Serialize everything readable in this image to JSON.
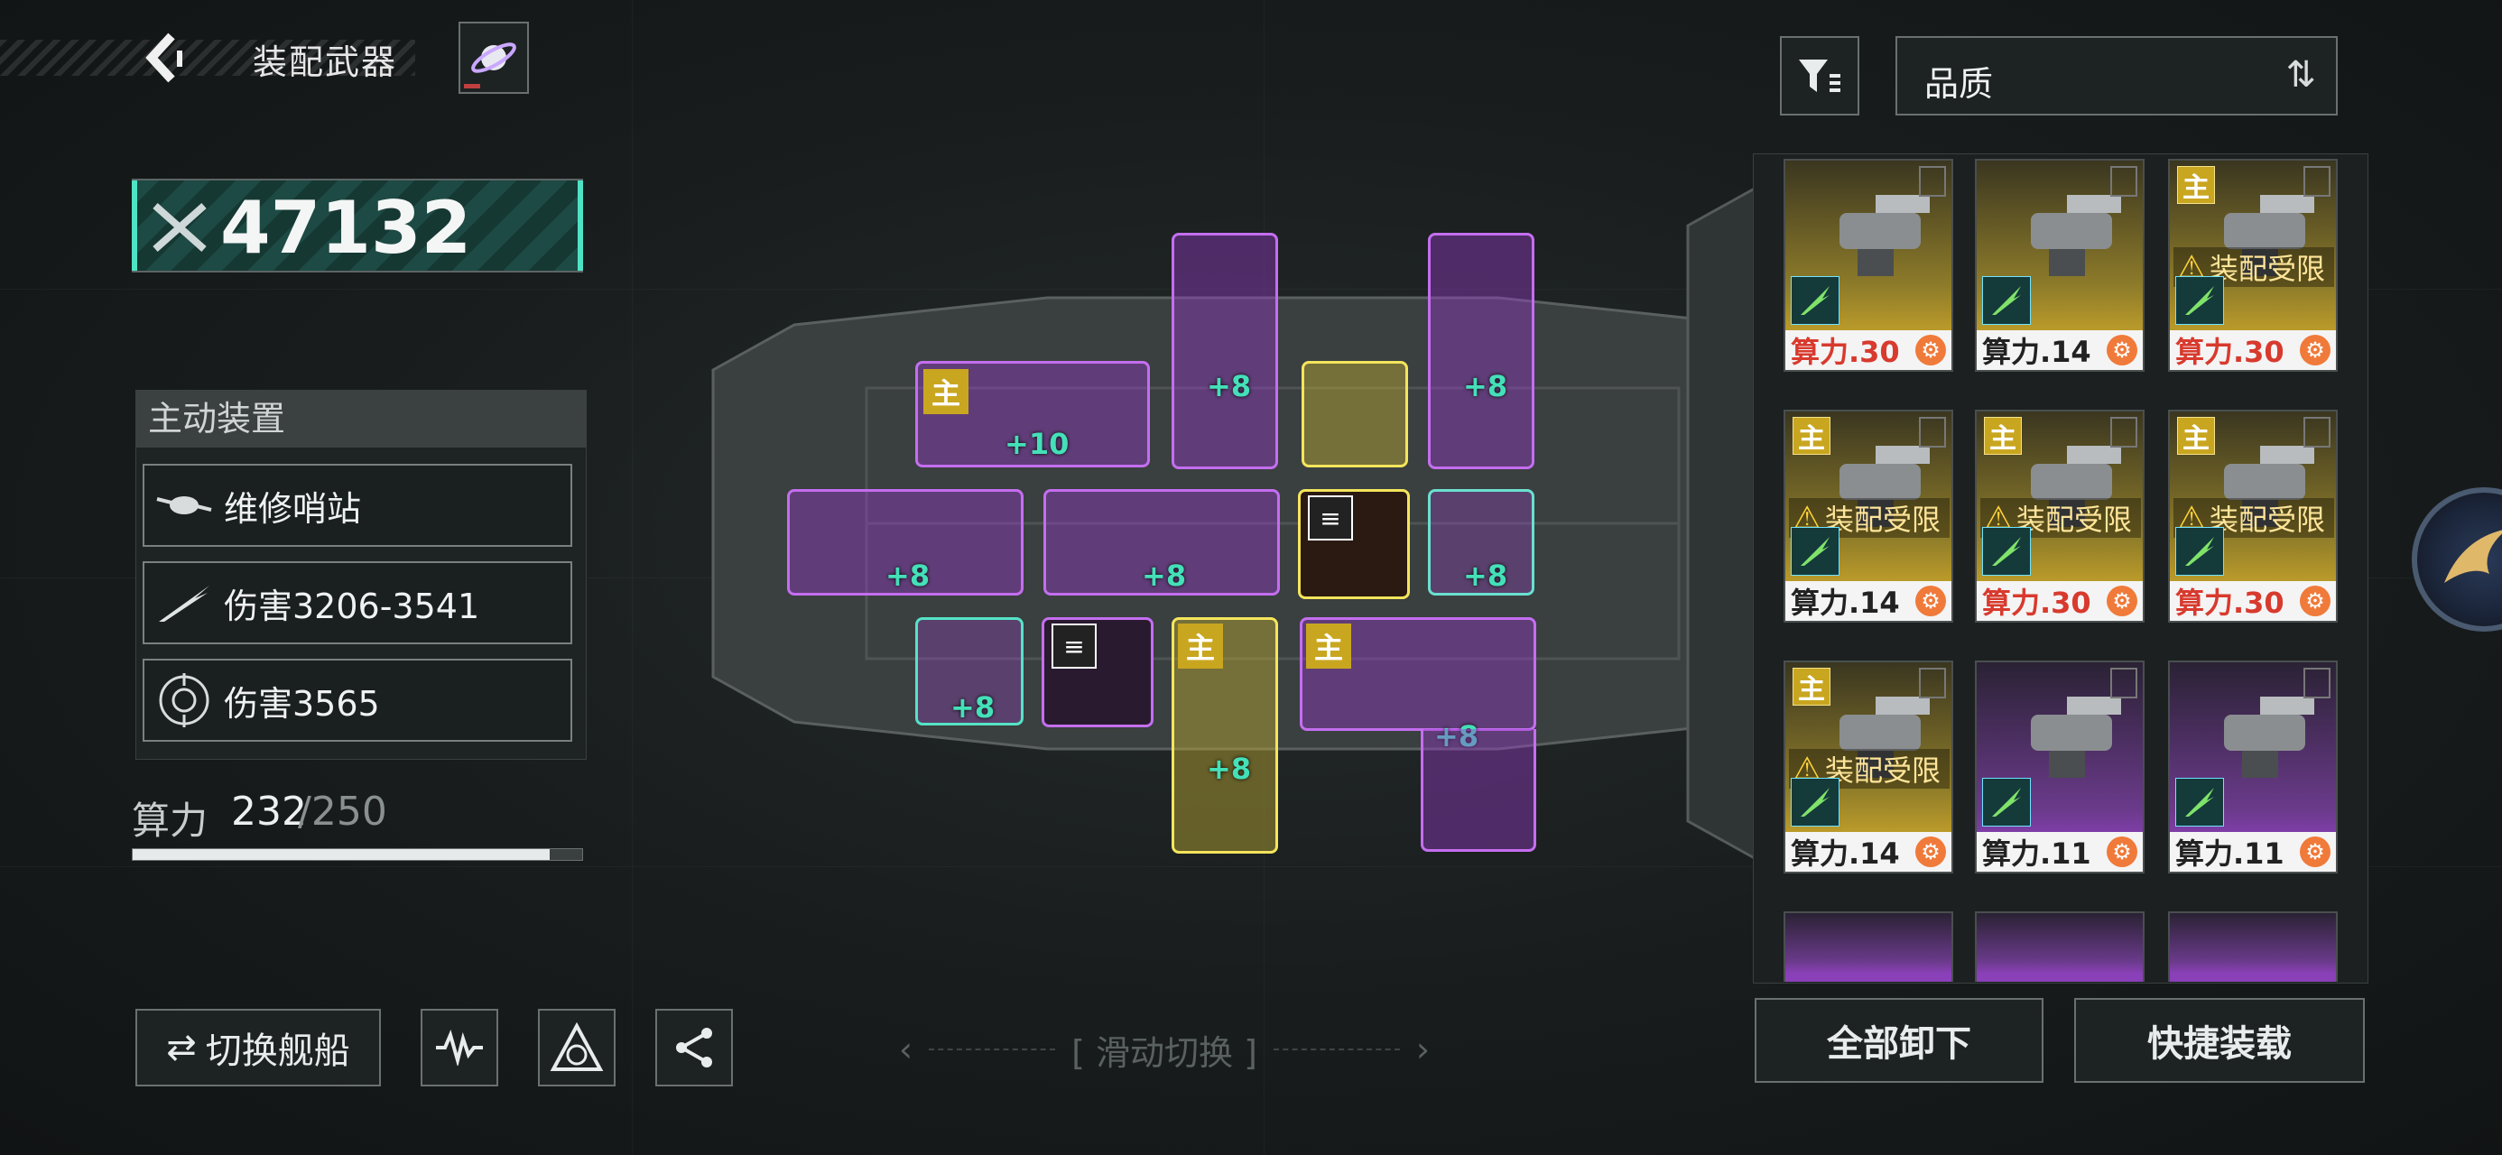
{
  "header": {
    "title": "装配武器",
    "back_icon": "chevron-left-icon",
    "planet_icon": "planet-icon"
  },
  "power": {
    "value": "47132",
    "icon": "crossed-swords-icon"
  },
  "active_devices": {
    "heading": "主动装置",
    "items": [
      {
        "label": "维修哨站",
        "icon": "drone-icon"
      },
      {
        "label": "伤害3206-3541",
        "icon": "slash-icon"
      },
      {
        "label": "伤害3565",
        "icon": "target-icon"
      }
    ]
  },
  "compute": {
    "label": "算力",
    "current": "232",
    "max": "/250",
    "fill_fraction": 0.928
  },
  "bottom_bar": {
    "switch_label": "切换舰船",
    "swipe_label": "[ 滑动切换 ]",
    "icons": [
      "waveform-icon",
      "triangle-emblem-icon",
      "share-icon"
    ]
  },
  "slots": [
    {
      "id": "slot-a",
      "level": "+10",
      "main": "主"
    },
    {
      "id": "slot-b",
      "level": "+8"
    },
    {
      "id": "slot-c",
      "level": ""
    },
    {
      "id": "slot-d",
      "level": "+8"
    },
    {
      "id": "slot-e",
      "level": "+8"
    },
    {
      "id": "slot-f",
      "level": "+8"
    },
    {
      "id": "slot-g",
      "level": "",
      "tag": "≡"
    },
    {
      "id": "slot-h",
      "level": "+8"
    },
    {
      "id": "slot-i",
      "level": "+8"
    },
    {
      "id": "slot-j",
      "level": "",
      "tag": "≡"
    },
    {
      "id": "slot-k",
      "level": "+8",
      "main": "主"
    },
    {
      "id": "slot-l",
      "level": "+8",
      "main": "主"
    }
  ],
  "sort": {
    "label": "品质",
    "filter_icon": "filter-icon",
    "sort_icon": "sort-arrows-icon"
  },
  "inventory": [
    {
      "cost": "算力.30",
      "red": true,
      "main": "",
      "limit": "",
      "rarity": "gold"
    },
    {
      "cost": "算力.14",
      "red": false,
      "main": "",
      "limit": "",
      "rarity": "gold"
    },
    {
      "cost": "算力.30",
      "red": true,
      "main": "主",
      "limit": "装配受限",
      "rarity": "gold"
    },
    {
      "cost": "算力.14",
      "red": false,
      "main": "主",
      "limit": "装配受限",
      "rarity": "gold"
    },
    {
      "cost": "算力.30",
      "red": true,
      "main": "主",
      "limit": "装配受限",
      "rarity": "gold"
    },
    {
      "cost": "算力.30",
      "red": true,
      "main": "主",
      "limit": "装配受限",
      "rarity": "gold"
    },
    {
      "cost": "算力.14",
      "red": false,
      "main": "主",
      "limit": "装配受限",
      "rarity": "gold"
    },
    {
      "cost": "算力.11",
      "red": false,
      "main": "",
      "limit": "",
      "rarity": "purple"
    },
    {
      "cost": "算力.11",
      "red": false,
      "main": "",
      "limit": "",
      "rarity": "purple"
    }
  ],
  "actions": {
    "unequip_all": "全部卸下",
    "quick_equip": "快捷装载"
  },
  "colors": {
    "accent_teal": "#4fe3c6",
    "slot_purple": "#c46ef0",
    "slot_yellow": "#f4e55c",
    "cost_red": "#d83a2e",
    "gold": "#c9a620"
  }
}
